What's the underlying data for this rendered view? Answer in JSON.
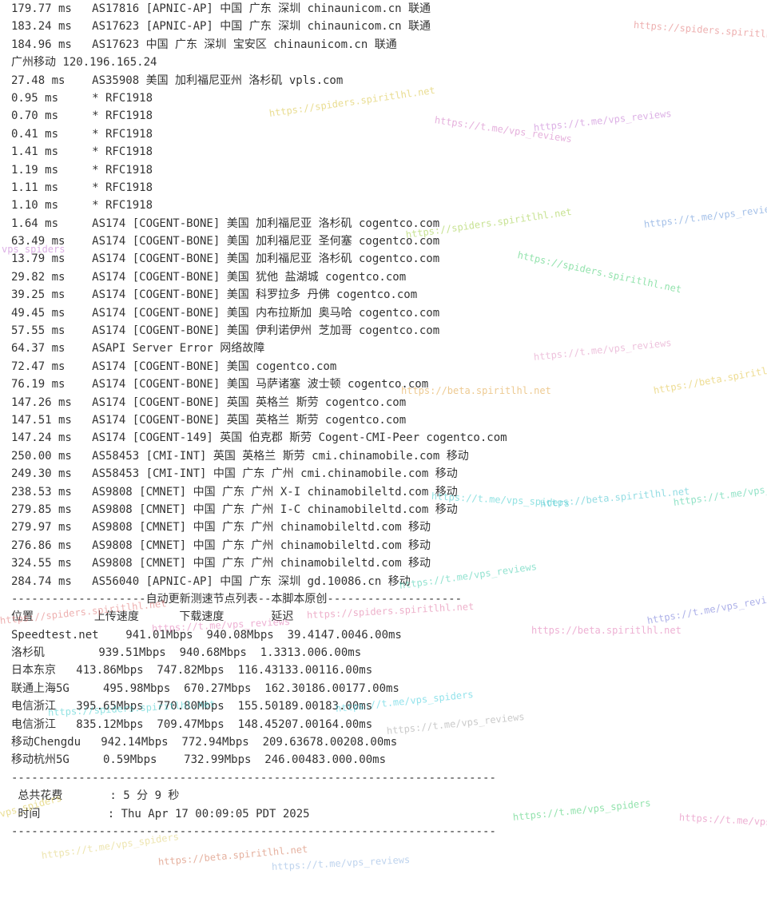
{
  "terminal": {
    "lines": [
      "179.77 ms   AS17816 [APNIC-AP] 中国 广东 深圳 chinaunicom.cn 联通",
      "183.24 ms   AS17623 [APNIC-AP] 中国 广东 深圳 chinaunicom.cn 联通",
      "184.96 ms   AS17623 中国 广东 深圳 宝安区 chinaunicom.cn 联通",
      "广州移动 120.196.165.24",
      "27.48 ms    AS35908 美国 加利福尼亚州 洛杉矶 vpls.com",
      "0.95 ms     * RFC1918",
      "0.70 ms     * RFC1918",
      "0.41 ms     * RFC1918",
      "1.41 ms     * RFC1918",
      "1.19 ms     * RFC1918",
      "1.11 ms     * RFC1918",
      "1.10 ms     * RFC1918",
      "1.64 ms     AS174 [COGENT-BONE] 美国 加利福尼亚 洛杉矶 cogentco.com",
      "63.49 ms    AS174 [COGENT-BONE] 美国 加利福尼亚 圣何塞 cogentco.com",
      "13.79 ms    AS174 [COGENT-BONE] 美国 加利福尼亚 洛杉矶 cogentco.com",
      "29.82 ms    AS174 [COGENT-BONE] 美国 犹他 盐湖城 cogentco.com",
      "39.25 ms    AS174 [COGENT-BONE] 美国 科罗拉多 丹佛 cogentco.com",
      "49.45 ms    AS174 [COGENT-BONE] 美国 内布拉斯加 奥马哈 cogentco.com",
      "57.55 ms    AS174 [COGENT-BONE] 美国 伊利诺伊州 芝加哥 cogentco.com",
      "64.37 ms    ASAPI Server Error 网络故障",
      "72.47 ms    AS174 [COGENT-BONE] 美国 cogentco.com",
      "76.19 ms    AS174 [COGENT-BONE] 美国 马萨诸塞 波士顿 cogentco.com",
      "147.26 ms   AS174 [COGENT-BONE] 英国 英格兰 斯劳 cogentco.com",
      "147.51 ms   AS174 [COGENT-BONE] 英国 英格兰 斯劳 cogentco.com",
      "147.24 ms   AS174 [COGENT-149] 英国 伯克郡 斯劳 Cogent-CMI-Peer cogentco.com",
      "250.00 ms   AS58453 [CMI-INT] 英国 英格兰 斯劳 cmi.chinamobile.com 移动",
      "249.30 ms   AS58453 [CMI-INT] 中国 广东 广州 cmi.chinamobile.com 移动",
      "238.53 ms   AS9808 [CMNET] 中国 广东 广州 X-I chinamobileltd.com 移动",
      "279.85 ms   AS9808 [CMNET] 中国 广东 广州 I-C chinamobileltd.com 移动",
      "279.97 ms   AS9808 [CMNET] 中国 广东 广州 chinamobileltd.com 移动",
      "276.86 ms   AS9808 [CMNET] 中国 广东 广州 chinamobileltd.com 移动",
      "324.55 ms   AS9808 [CMNET] 中国 广东 广州 chinamobileltd.com 移动",
      "284.74 ms   AS56040 [APNIC-AP] 中国 广东 深圳 gd.10086.cn 移动",
      "--------------------自动更新测速节点列表--本脚本原创--------------------",
      "位置         上传速度      下载速度       延迟",
      "Speedtest.net    941.01Mbps  940.08Mbps  39.4147.0046.00ms",
      "洛杉矶        939.51Mbps  940.68Mbps  1.3313.006.00ms",
      "日本东京   413.86Mbps  747.82Mbps  116.43133.00116.00ms",
      "联通上海5G     495.98Mbps  670.27Mbps  162.30186.00177.00ms",
      "电信浙江   395.65Mbps  770.80Mbps  155.50189.00183.00ms",
      "电信浙江   835.12Mbps  709.47Mbps  148.45207.00164.00ms",
      "移动Chengdu   942.14Mbps  772.94Mbps  209.63678.00208.00ms",
      "移动杭州5G     0.59Mbps    732.99Mbps  246.00483.000.00ms",
      "------------------------------------------------------------------------",
      " 总共花费       : 5 分 9 秒",
      " 时间          : Thu Apr 17 00:09:05 PDT 2025",
      "------------------------------------------------------------------------"
    ]
  },
  "watermarks": {
    "spiders_spiritlhl": "https://spiders.spiritlhl.net",
    "beta_spiritlhl": "https://beta.spiritlhl.net",
    "tme_vps_reviews": "https://t.me/vps_reviews",
    "tme_vps_spiders": "https://t.me/vps_spiders",
    "frag_vps_spiders": "vps_spiders"
  }
}
